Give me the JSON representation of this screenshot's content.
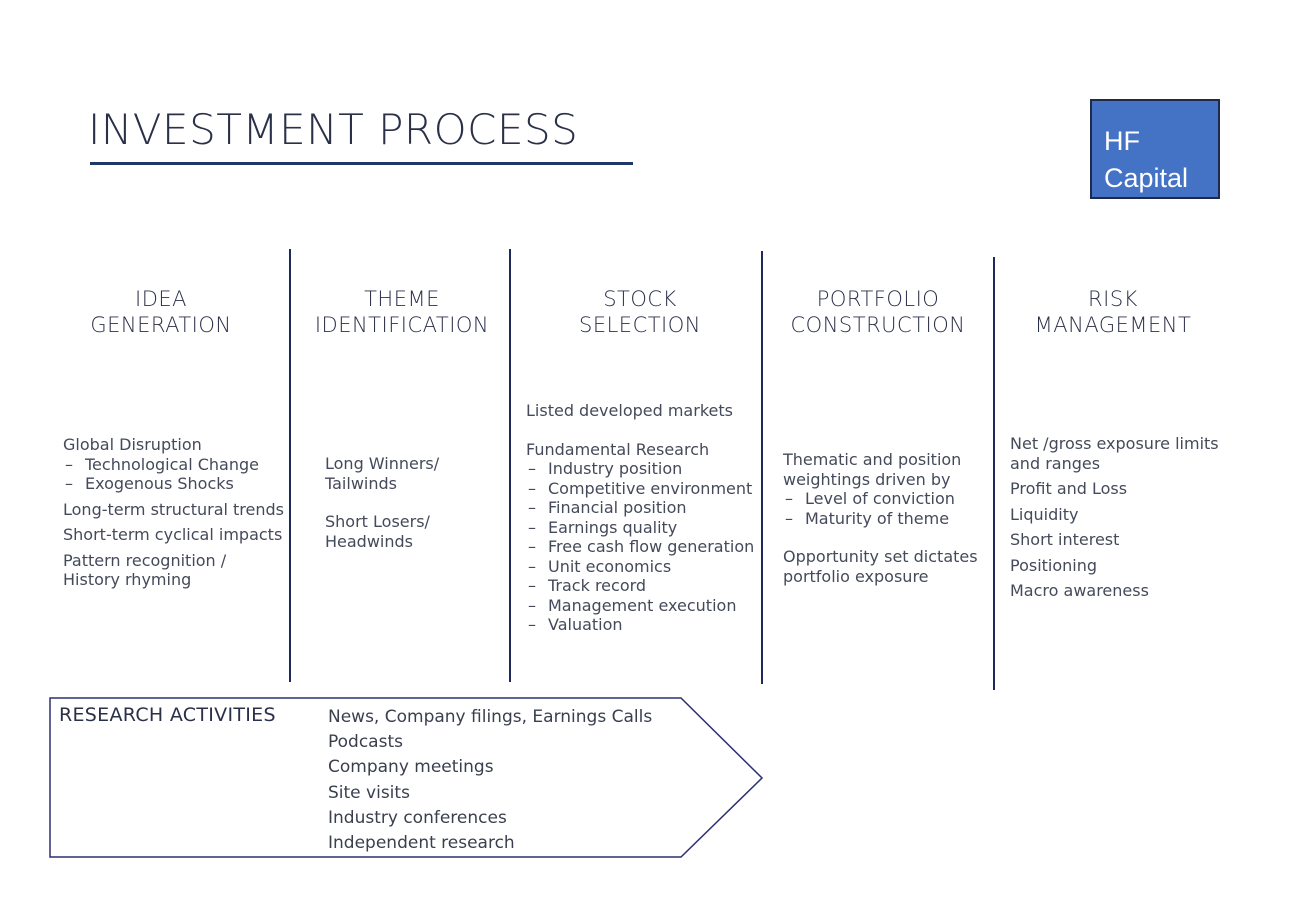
{
  "header": {
    "title": "INVESTMENT PROCESS",
    "logo_line1": "HF",
    "logo_line2": "Capital"
  },
  "colors": {
    "accent": "#4472c4",
    "rule": "#1f3865",
    "text": "#3a3f4e"
  },
  "columns": [
    {
      "head1": "IDEA",
      "head2": "GENERATION",
      "items": [
        "Global Disruption",
        "Technological Change",
        "Exogenous Shocks",
        "Long-term structural trends",
        "Short-term cyclical impacts",
        "Pattern recognition / History rhyming"
      ]
    },
    {
      "head1": "THEME",
      "head2": "IDENTIFICATION",
      "items": [
        "Long Winners/ Tailwinds",
        "Short Losers/ Headwinds"
      ]
    },
    {
      "head1": "STOCK",
      "head2": "SELECTION",
      "items": [
        "Listed developed markets",
        "Fundamental Research",
        "Industry position",
        "Competitive environment",
        "Financial position",
        "Earnings quality",
        "Free cash flow generation",
        "Unit economics",
        "Track record",
        "Management execution",
        "Valuation"
      ]
    },
    {
      "head1": "PORTFOLIO",
      "head2": "CONSTRUCTION",
      "items": [
        "Thematic and position weightings driven by",
        "Level of conviction",
        "Maturity of theme",
        "Opportunity set dictates portfolio exposure"
      ]
    },
    {
      "head1": "RISK",
      "head2": "MANAGEMENT",
      "items": [
        "Net /gross exposure limits and ranges",
        "Profit and Loss",
        "Liquidity",
        "Short interest",
        "Positioning",
        "Macro awareness"
      ]
    }
  ],
  "research": {
    "title": "RESEARCH ACTIVITIES",
    "items": [
      "News, Company filings, Earnings Calls",
      "Podcasts",
      "Company meetings",
      "Site visits",
      "Industry conferences",
      "Independent research"
    ]
  }
}
